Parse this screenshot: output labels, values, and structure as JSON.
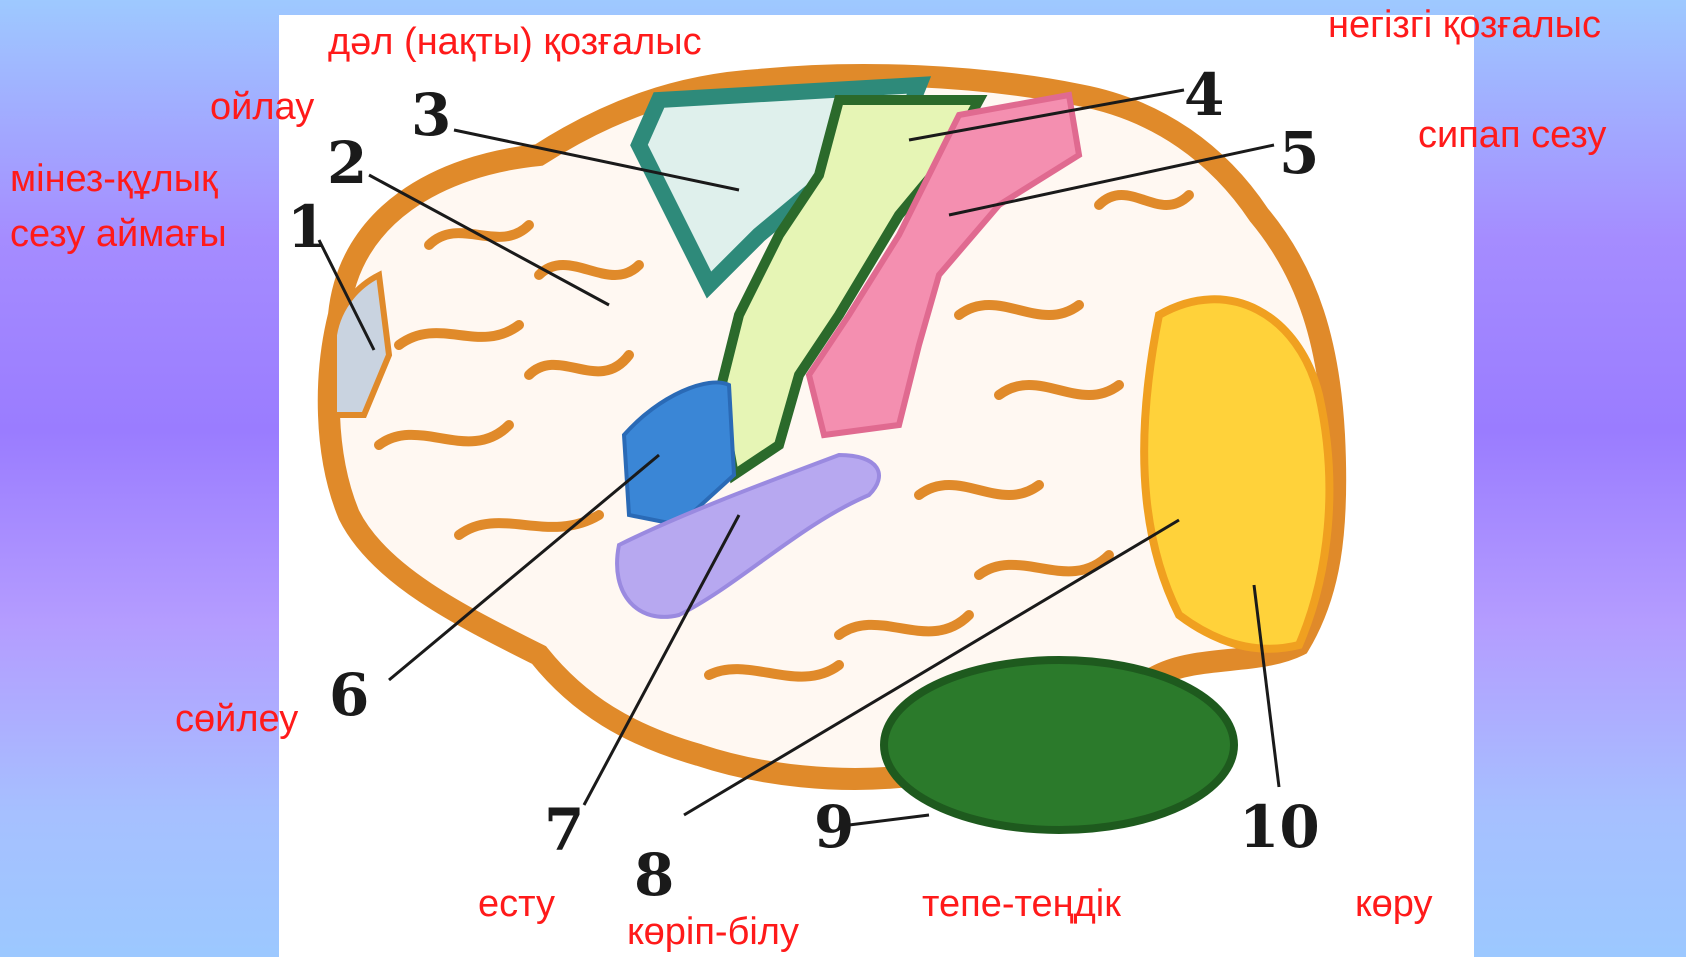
{
  "colors": {
    "label_text": "#ff1a1a",
    "cortex": "#e08a2a",
    "cortex_fill": "#fff8f2",
    "zone_behaviour": "#c9d3e0",
    "zone_thinking": "#fbf6ef",
    "zone_precise_motor": "#2e8a7a",
    "zone_main_motor": "#e6f5b5",
    "zone_touch": "#f48fb0",
    "zone_speech": "#3a86d6",
    "zone_hearing": "#b7a8f0",
    "zone_balance": "#2b7a2b",
    "zone_vision": "#ffd23a"
  },
  "labels": {
    "behaviour_line1": "мінез-құлық",
    "behaviour_line2": "сезу аймағы",
    "thinking": "ойлау",
    "precise_movement": "дәл (нақты) қозғалыс",
    "main_movement": "негізгі қозғалыс",
    "touch": "сипап сезу",
    "speech": "сөйлеу",
    "hearing": "есту",
    "recognition": "көріп-білу",
    "balance": "тепе-теңдік",
    "vision": "көру"
  },
  "numbers": [
    "1",
    "2",
    "3",
    "4",
    "5",
    "6",
    "7",
    "8",
    "9",
    "10"
  ]
}
